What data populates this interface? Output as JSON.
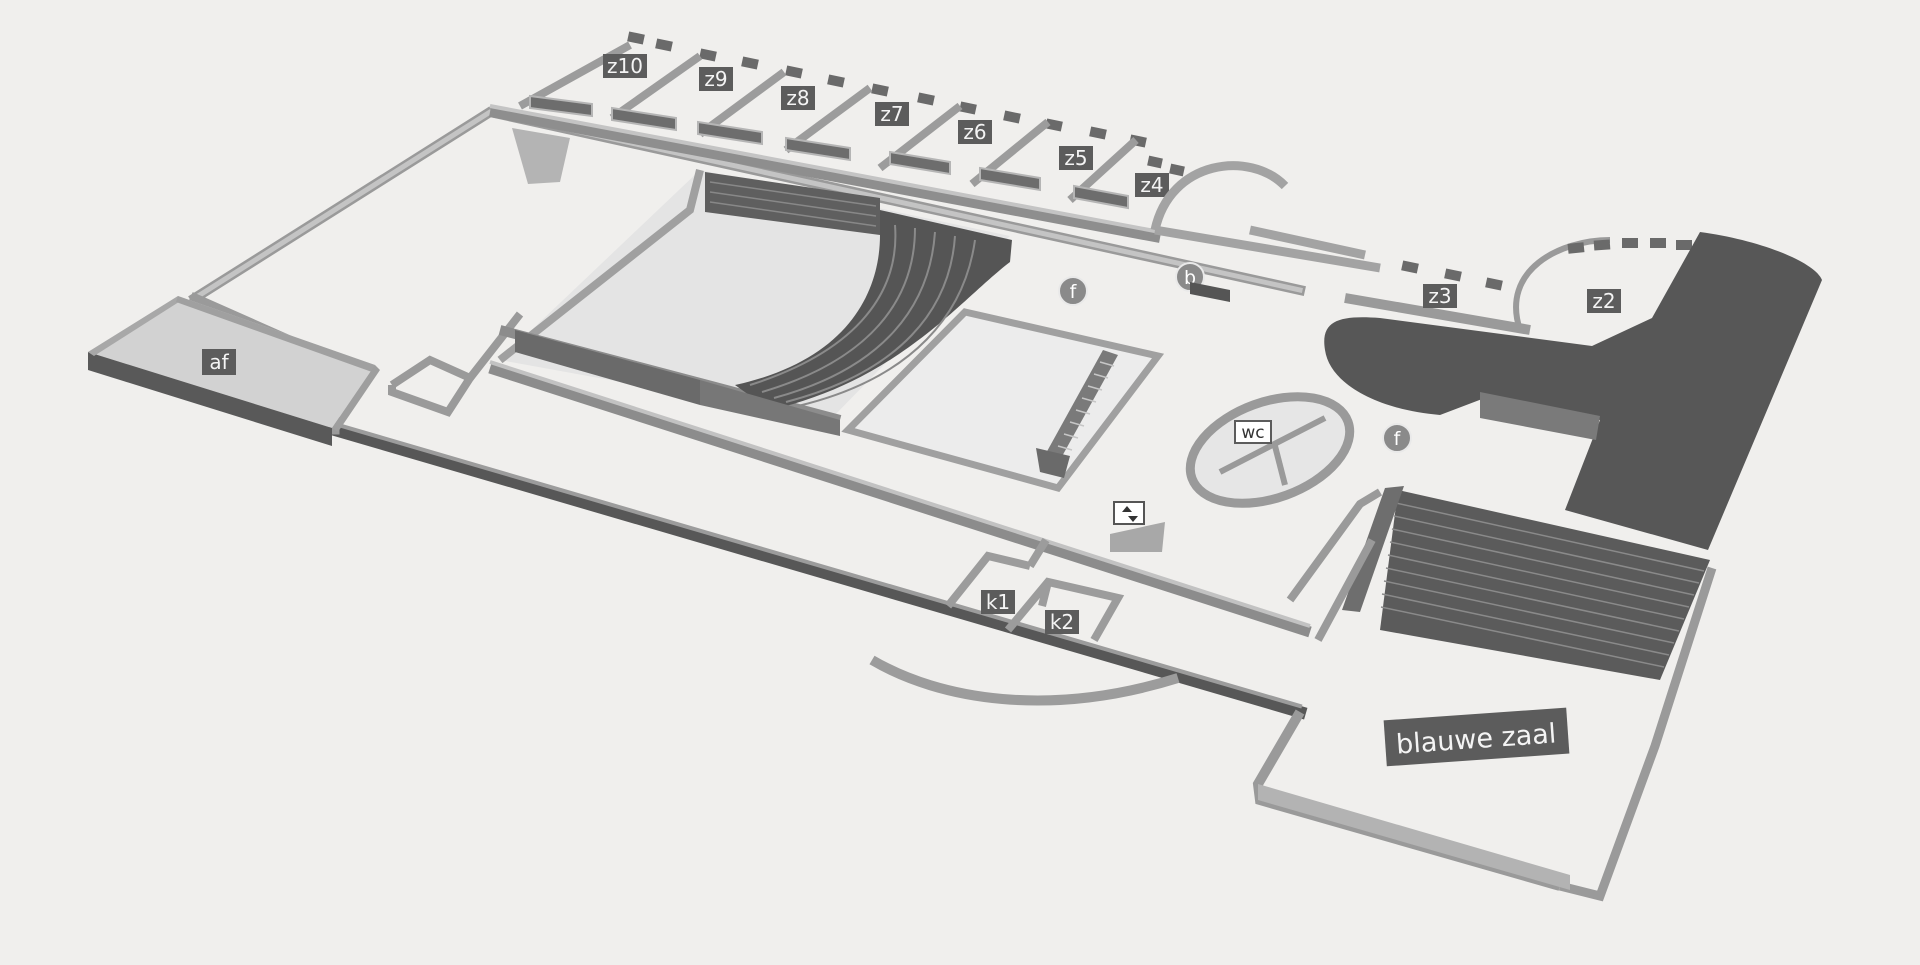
{
  "map": {
    "zones": {
      "z10": "z10",
      "z9": "z9",
      "z8": "z8",
      "z7": "z7",
      "z6": "z6",
      "z5": "z5",
      "z4": "z4",
      "z3": "z3",
      "z2": "z2",
      "af": "af",
      "k1": "k1",
      "k2": "k2"
    },
    "rooms": {
      "wc": "wc",
      "blauwe_zaal": "blauwe zaal"
    },
    "markers": {
      "f1": "f",
      "f2": "f",
      "b": "b"
    },
    "icons": {
      "elevator": "elevator-icon"
    }
  }
}
